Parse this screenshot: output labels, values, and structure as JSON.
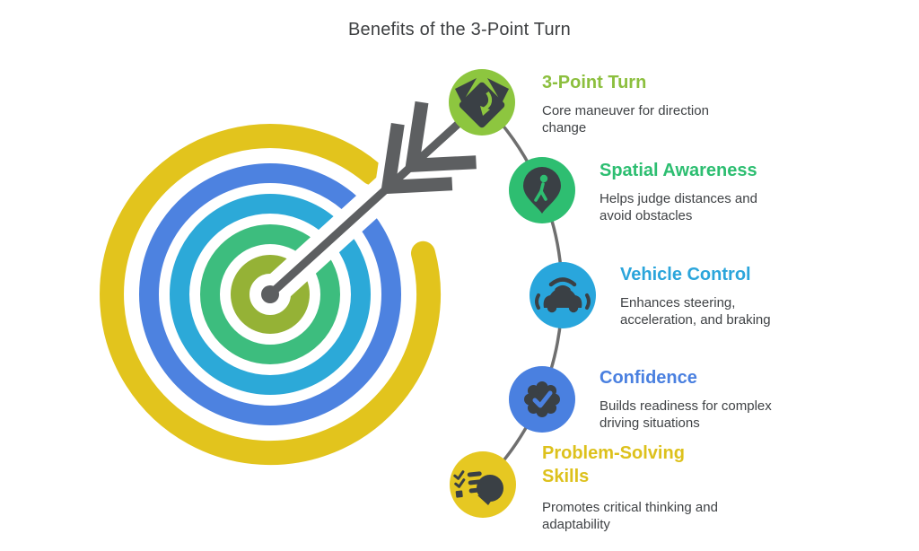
{
  "title": "Benefits of the 3-Point Turn",
  "items": [
    {
      "heading": "3-Point Turn",
      "description": "Core maneuver for direction change",
      "heading_color": "#8cbf3e",
      "circle_color": "#8dc63f",
      "icon": "turn-sign-icon"
    },
    {
      "heading": "Spatial Awareness",
      "description": "Helps judge distances and avoid obstacles",
      "heading_color": "#2dbe71",
      "circle_color": "#2ebe71",
      "icon": "location-pin-person-icon"
    },
    {
      "heading": "Vehicle Control",
      "description": "Enhances steering, acceleration, and braking",
      "heading_color": "#2ba5db",
      "circle_color": "#29a6dc",
      "icon": "connected-car-icon"
    },
    {
      "heading": "Confidence",
      "description": "Builds readiness for complex driving situations",
      "heading_color": "#4a80e0",
      "circle_color": "#4a80e0",
      "icon": "verified-badge-check-icon"
    },
    {
      "heading": "Problem-Solving Skills",
      "description": "Promotes critical thinking and adaptability",
      "heading_color": "#ddc11c",
      "circle_color": "#e6c822",
      "icon": "thinking-head-checklist-icon"
    }
  ],
  "illustration": {
    "name": "target-with-arrow",
    "ring_colors": {
      "outer_yellow": "#e2c41d",
      "blue": "#4d82e0",
      "cyan": "#2ca9d8",
      "green": "#3dbd7e",
      "inner_olive": "#95b236"
    },
    "arrow_color": "#5d5f61",
    "connector_color": "#6f6f6f",
    "icon_glyph_color": "#3a4045"
  }
}
